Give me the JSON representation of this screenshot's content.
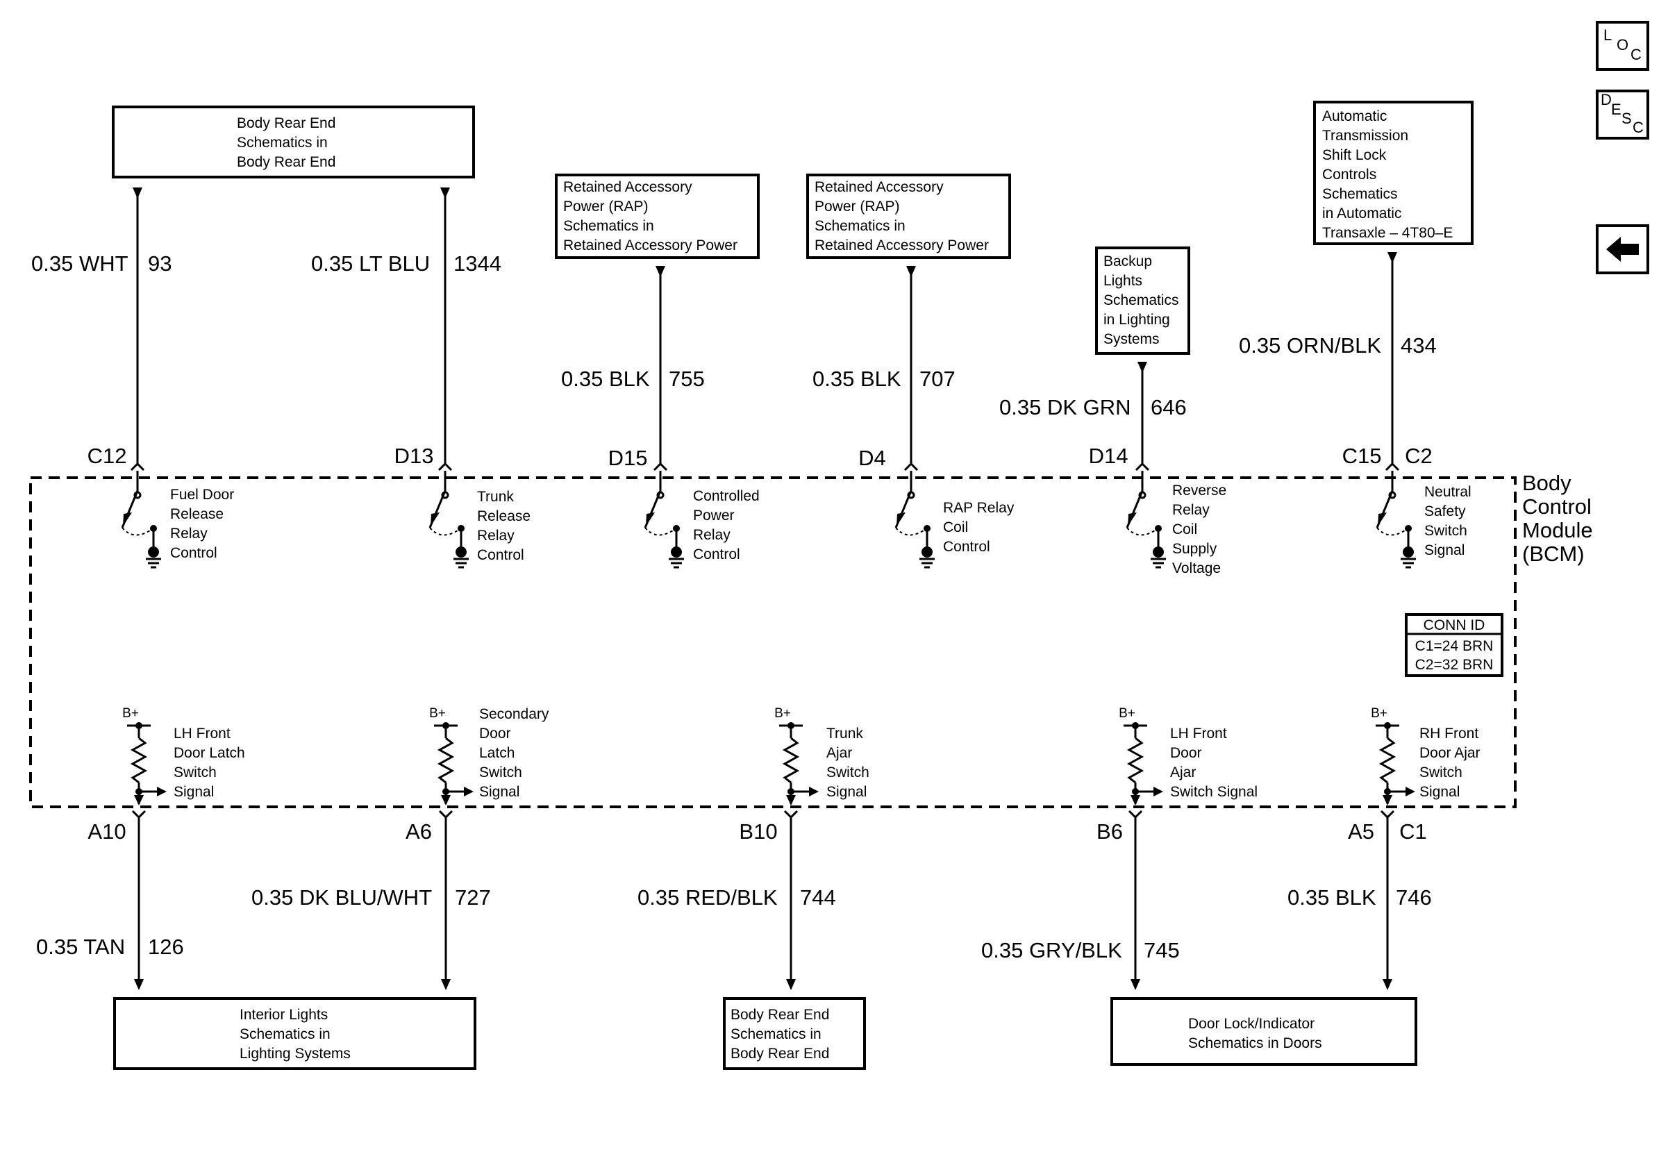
{
  "top_boxes": [
    {
      "lines": [
        "Body Rear End",
        "Schematics in",
        "Body Rear End"
      ]
    },
    {
      "lines": [
        "Retained Accessory",
        "Power (RAP)",
        "Schematics in",
        "Retained Accessory Power"
      ]
    },
    {
      "lines": [
        "Retained Accessory",
        "Power (RAP)",
        "Schematics in",
        "Retained Accessory Power"
      ]
    },
    {
      "lines": [
        "Backup",
        "Lights",
        "Schematics",
        "in Lighting",
        "Systems"
      ]
    },
    {
      "lines": [
        "Automatic",
        "Transmission",
        "Shift Lock",
        "Controls",
        "Schematics",
        "in Automatic",
        "Transaxle – 4T80–E"
      ]
    }
  ],
  "top_wires": [
    {
      "label": "0.35 WHT",
      "circuit": "93",
      "pin": "C12",
      "function": [
        "Fuel Door",
        "Release",
        "Relay",
        "Control"
      ]
    },
    {
      "label": "0.35 LT BLU",
      "circuit": "1344",
      "pin": "D13",
      "function": [
        "Trunk",
        "Release",
        "Relay",
        "Control"
      ]
    },
    {
      "label": "0.35 BLK",
      "circuit": "755",
      "pin": "D15",
      "function": [
        "Controlled",
        "Power",
        "Relay",
        "Control"
      ]
    },
    {
      "label": "0.35 BLK",
      "circuit": "707",
      "pin": "D4",
      "function": [
        "RAP Relay",
        "Coil",
        "Control"
      ]
    },
    {
      "label": "0.35 DK GRN",
      "circuit": "646",
      "pin": "D14",
      "function": [
        "Reverse",
        "Relay",
        "Coil",
        "Supply",
        "Voltage"
      ]
    },
    {
      "label": "0.35 ORN/BLK",
      "circuit": "434",
      "pin": "C15",
      "connector": "C2",
      "function": [
        "Neutral",
        "Safety",
        "Switch",
        "Signal"
      ]
    }
  ],
  "module": {
    "name_lines": [
      "Body",
      "Control",
      "Module",
      "(BCM)"
    ],
    "conn_id": {
      "header": "CONN ID",
      "lines": [
        "C1=24 BRN",
        "C2=32 BRN"
      ]
    }
  },
  "supply_label": "B+",
  "bottom_wires": [
    {
      "pin": "A10",
      "label": "0.35 TAN",
      "circuit": "126",
      "function": [
        "LH Front",
        "Door Latch",
        "Switch",
        "Signal"
      ]
    },
    {
      "pin": "A6",
      "label": "0.35 DK BLU/WHT",
      "circuit": "727",
      "function": [
        "Secondary",
        "Door",
        "Latch",
        "Switch",
        "Signal"
      ]
    },
    {
      "pin": "B10",
      "label": "0.35 RED/BLK",
      "circuit": "744",
      "function": [
        "Trunk",
        "Ajar",
        "Switch",
        "Signal"
      ]
    },
    {
      "pin": "B6",
      "label": "0.35 GRY/BLK",
      "circuit": "745",
      "function": [
        "LH Front",
        "Door",
        "Ajar",
        "Switch Signal"
      ]
    },
    {
      "pin": "A5",
      "connector": "C1",
      "label": "0.35 BLK",
      "circuit": "746",
      "function": [
        "RH Front",
        "Door Ajar",
        "Switch",
        "Signal"
      ]
    }
  ],
  "bottom_boxes": [
    {
      "lines": [
        "Interior Lights",
        "Schematics in",
        "Lighting Systems"
      ]
    },
    {
      "lines": [
        "Body Rear End",
        "Schematics in",
        "Body Rear End"
      ]
    },
    {
      "lines": [
        "Door Lock/Indicator",
        "Schematics in Doors"
      ]
    }
  ],
  "side_icons": [
    {
      "name": "loc-icon",
      "letters": [
        "L",
        "O",
        "C"
      ]
    },
    {
      "name": "desc-icon",
      "letters": [
        "D",
        "E",
        "S",
        "C"
      ]
    },
    {
      "name": "back-arrow-icon",
      "letters": []
    }
  ]
}
